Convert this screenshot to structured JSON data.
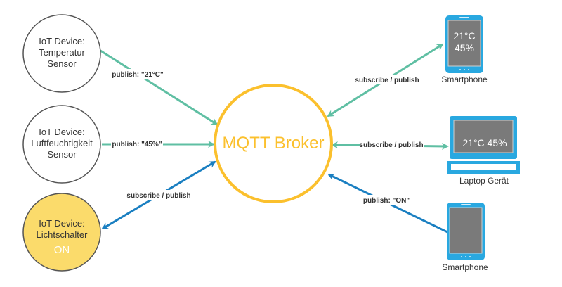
{
  "colors": {
    "teal": "#5fbfa3",
    "blue": "#1a7fc1",
    "broker": "#fbc02d",
    "device_blue": "#29a8e0",
    "screen_gray": "#7a7a7a",
    "switch_fill": "#fbdb6b"
  },
  "broker": {
    "label": "MQTT Broker"
  },
  "sensors": [
    {
      "line1": "IoT Device:",
      "line2": "Temperatur",
      "line3": "Sensor"
    },
    {
      "line1": "IoT Device:",
      "line2": "Luftfeuchtigkeit",
      "line3": "Sensor"
    },
    {
      "line1": "IoT Device:",
      "line2": "Lichtschalter",
      "state": "ON"
    }
  ],
  "clients": [
    {
      "name": "Smartphone",
      "screen_line1": "21°C",
      "screen_line2": "45%"
    },
    {
      "name": "Laptop Gerät",
      "screen": "21°C 45%"
    },
    {
      "name": "Smartphone"
    }
  ],
  "edges": [
    {
      "label": "publish: \"21°C\""
    },
    {
      "label": "publish: \"45%\""
    },
    {
      "label": "subscribe / publish"
    },
    {
      "label": "subscribe / publish"
    },
    {
      "label": "subscribe / publish"
    },
    {
      "label": "publish: \"ON\""
    }
  ]
}
